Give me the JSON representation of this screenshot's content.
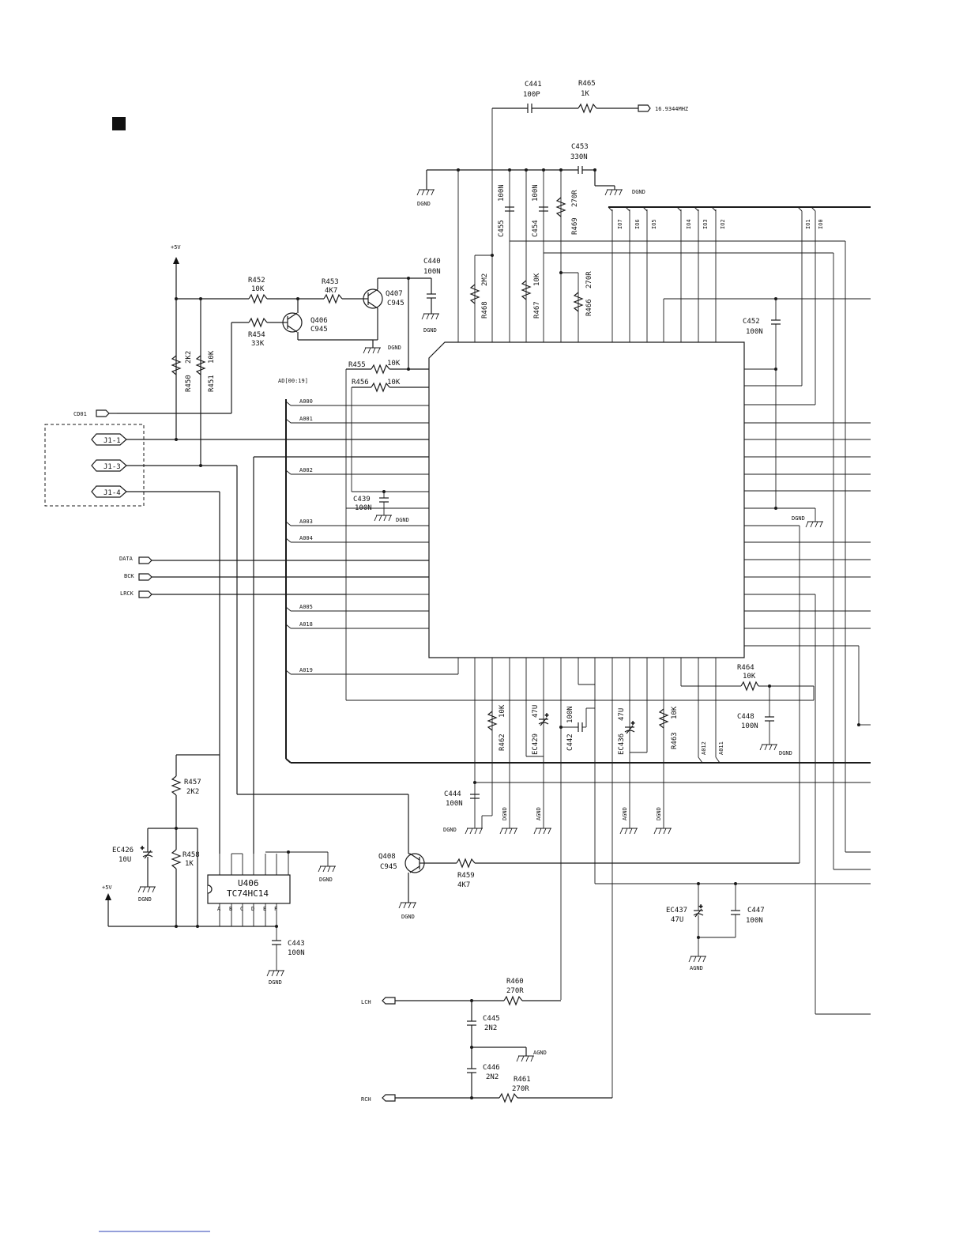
{
  "labels": {
    "c441": "C441",
    "c441_val": "100P",
    "r465": "R465",
    "r465_val": "1K",
    "clk": "16.9344MHZ",
    "c453": "C453",
    "c453_val": "330N",
    "dgnd": "DGND",
    "agnd": "AGND",
    "plus5v": "+5V",
    "c455": "C455",
    "c455_val": "100N",
    "c454": "C454",
    "c454_val": "100N",
    "r469": "R469",
    "r469_val": "270R",
    "io7": "IO7",
    "io6": "IO6",
    "io5": "IO5",
    "io4": "IO4",
    "io3": "IO3",
    "io2": "IO2",
    "io1": "IO1",
    "io0": "IO0",
    "c440": "C440",
    "c440_val": "100N",
    "r452": "R452",
    "r452_val": "10K",
    "r453": "R453",
    "r453_val": "4K7",
    "q407": "Q407",
    "q407_val": "C945",
    "q406": "Q406",
    "q406_val": "C945",
    "r454": "R454",
    "r454_val": "33K",
    "r468": "R468",
    "r468_val": "2M2",
    "r467": "R467",
    "r467_val": "10K",
    "r466": "R466",
    "r466_val": "270R",
    "c452": "C452",
    "c452_val": "100N",
    "r450": "R450",
    "r450_val": "2K2",
    "r451": "R451",
    "r451_val": "10K",
    "r455": "R455",
    "r455_val": "10K",
    "r456": "R456",
    "r456_val": "10K",
    "bus_ad": "AD[00:19]",
    "cd01": "CD01",
    "j1_1": "J1-1",
    "j1_3": "J1-3",
    "j1_4": "J1-4",
    "a000": "A000",
    "a001": "A001",
    "a002": "A002",
    "a003": "A003",
    "a004": "A004",
    "a005": "A005",
    "a018": "A018",
    "a019": "A019",
    "c439": "C439",
    "c439_val": "100N",
    "data": "DATA",
    "bck": "BCK",
    "lrck": "LRCK",
    "r464": "R464",
    "r464_val": "10K",
    "c448": "C448",
    "c448_val": "100N",
    "r462": "R462",
    "r462_val": "10K",
    "ec429": "EC429",
    "ec429_val": "47U",
    "c442": "C442",
    "c442_val": "100N",
    "ec436": "EC436",
    "ec436_val": "47U",
    "r463": "R463",
    "r463_val": "10K",
    "a012": "A012",
    "a011": "A011",
    "c444": "C444",
    "c444_val": "100N",
    "r457": "R457",
    "r457_val": "2K2",
    "ec426": "EC426",
    "ec426_val": "10U",
    "r458": "R458",
    "r458_val": "1K",
    "u406": "U406",
    "u406_val": "TC74HC14",
    "q408": "Q408",
    "q408_val": "C945",
    "r459": "R459",
    "r459_val": "4K7",
    "ec437": "EC437",
    "ec437_val": "47U",
    "c447": "C447",
    "c447_val": "100N",
    "c443": "C443",
    "c443_val": "100N",
    "r460": "R460",
    "r460_val": "270R",
    "lch": "LCH",
    "c445": "C445",
    "c445_val": "2N2",
    "c446": "C446",
    "c446_val": "2N2",
    "r461": "R461",
    "r461_val": "270R",
    "rch": "RCH",
    "pin_a": "A",
    "pin_b": "B",
    "pin_c": "C",
    "pin_d": "D",
    "pin_e": "E",
    "pin_f": "F"
  }
}
